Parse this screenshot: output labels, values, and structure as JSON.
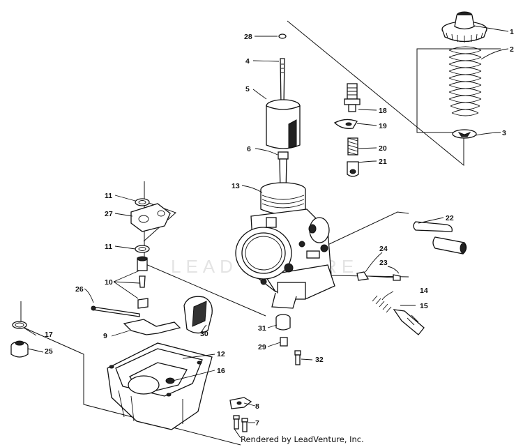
{
  "diagram": {
    "watermark": "LEADVENTURE",
    "footer": "Rendered by LeadVenture, Inc.",
    "callouts": {
      "c1": "1",
      "c2": "2",
      "c3": "3",
      "c4": "4",
      "c5": "5",
      "c6": "6",
      "c7": "7",
      "c8": "8",
      "c9": "9",
      "c10": "10",
      "c11a": "11",
      "c11b": "11",
      "c12": "12",
      "c13": "13",
      "c14": "14",
      "c15": "15",
      "c16": "16",
      "c17": "17",
      "c18": "18",
      "c19": "19",
      "c20": "20",
      "c21": "21",
      "c22": "22",
      "c23": "23",
      "c24": "24",
      "c25": "25",
      "c26": "26",
      "c27": "27",
      "c28": "28",
      "c29": "29",
      "c30": "30",
      "c31": "31",
      "c32": "32"
    }
  }
}
